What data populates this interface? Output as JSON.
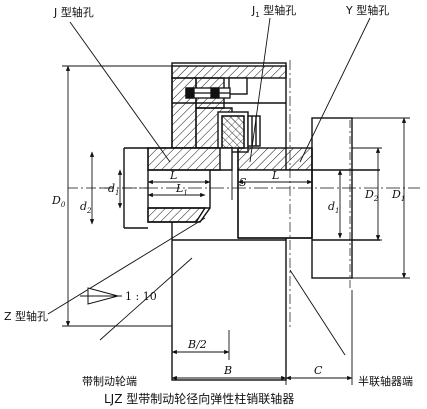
{
  "diagram": {
    "caption": "LJZ 型带制动轮径向弹性柱销联轴器",
    "labels": {
      "j_bore": "J 型轴孔",
      "j1_bore_main": "J",
      "j1_bore_sub": "1",
      "j1_bore_tail": " 型轴孔",
      "y_bore": "Y 型轴孔",
      "z_bore": "Z 型轴孔",
      "brake_wheel_end": "带制动轮端",
      "half_coupling_end": "半联轴器端",
      "taper_ratio": "1 : 10"
    },
    "dimensions": {
      "D0": {
        "main": "D",
        "sub": "0"
      },
      "D1": {
        "main": "D",
        "sub": "1"
      },
      "D2": {
        "main": "D",
        "sub": "2"
      },
      "d1_left": {
        "main": "d",
        "sub": "1"
      },
      "d1_right": {
        "main": "d",
        "sub": "1"
      },
      "d2": {
        "main": "d",
        "sub": "2"
      },
      "L_left": "L",
      "L1": {
        "main": "L",
        "sub": "1"
      },
      "S": "S",
      "L_right": "L",
      "B_half": "B/2",
      "B": "B",
      "C": "C"
    }
  }
}
